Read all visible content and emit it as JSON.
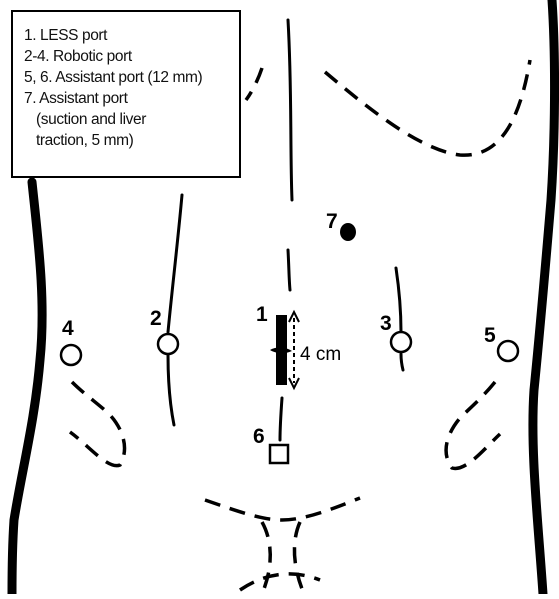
{
  "legend": [
    {
      "text": "1. LESS port",
      "indent": false
    },
    {
      "text": "2-4. Robotic port",
      "indent": false
    },
    {
      "text": "5, 6. Assistant port (12 mm)",
      "indent": false
    },
    {
      "text": "7. Assistant port",
      "indent": false
    },
    {
      "text": "(suction and liver",
      "indent": true
    },
    {
      "text": "traction, 5 mm)",
      "indent": true
    }
  ],
  "ports": {
    "p1": "1",
    "p2": "2",
    "p3": "3",
    "p4": "4",
    "p5": "5",
    "p6": "6",
    "p7": "7"
  },
  "incision_length_label": "4 cm"
}
